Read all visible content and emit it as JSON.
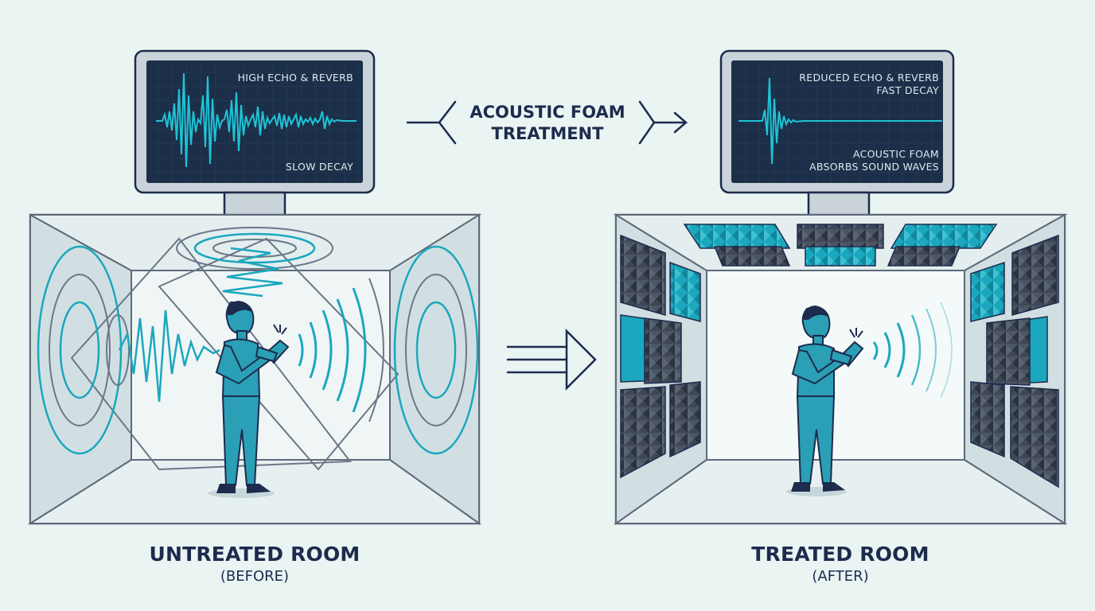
{
  "monitor_before": {
    "top_label": "HIGH ECHO & REVERB",
    "bottom_label": "SLOW DECAY"
  },
  "monitor_after": {
    "top_label_1": "REDUCED ECHO & REVERB",
    "top_label_2": "FAST DECAY",
    "bottom_label_1": "ACOUSTIC FOAM",
    "bottom_label_2": "ABSORBS SOUND WAVES"
  },
  "process": {
    "line_1": "ACOUSTIC FOAM",
    "line_2": "TREATMENT"
  },
  "room_before": {
    "title": "UNTREATED ROOM",
    "subtitle": "(BEFORE)"
  },
  "room_after": {
    "title": "TREATED ROOM",
    "subtitle": "(AFTER)"
  },
  "colors": {
    "background": "#eaf4f3",
    "navy": "#1d2b4d",
    "teal": "#1ba7be",
    "foam_dark": "#3f4756",
    "screen": "#1c2f48"
  }
}
